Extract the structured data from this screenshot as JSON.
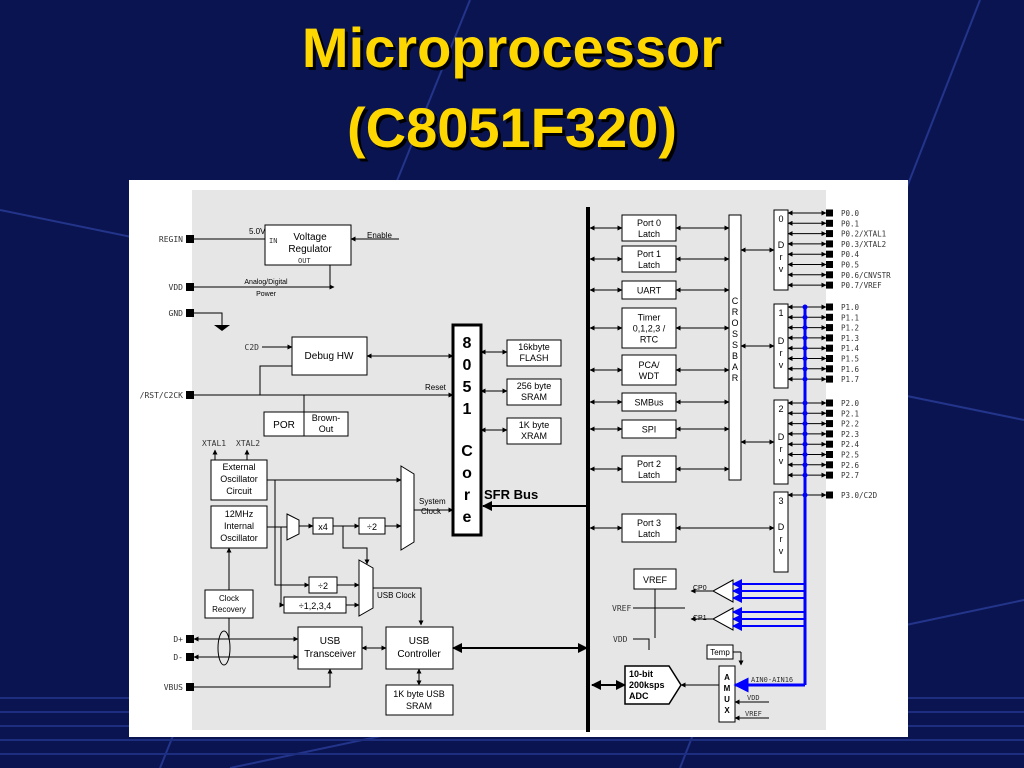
{
  "slide": {
    "title_line1": "Microprocessor",
    "title_line2": "(C8051F320)"
  },
  "colors": {
    "background": "#0a1450",
    "title": "#ffd700",
    "panel": "#e6e6e6",
    "bus": "#0000ff"
  },
  "diagram": {
    "core": {
      "chars": [
        "8",
        "0",
        "5",
        "1",
        "C",
        "o",
        "r",
        "e"
      ]
    },
    "power": {
      "voltage_regulator": [
        "Voltage",
        "Regulator"
      ],
      "in_label": "IN",
      "out_label": "OUT",
      "v5_label": "5.0V",
      "enable_label": "Enable",
      "analog_power": [
        "Analog/Digital",
        "Power"
      ]
    },
    "debug": {
      "debug_hw": "Debug HW",
      "reset_label": "Reset",
      "por": "POR",
      "brownout": [
        "Brown-",
        "Out"
      ]
    },
    "pins_left": {
      "regin": "REGIN",
      "vdd": "VDD",
      "gnd": "GND",
      "c2d": "C2D",
      "rst": "/RST/C2CK",
      "xtal1": "XTAL1",
      "xtal2": "XTAL2",
      "dplus": "D+",
      "dminus": "D-",
      "vbus": "VBUS"
    },
    "clock": {
      "ext_osc": [
        "External",
        "Oscillator",
        "Circuit"
      ],
      "int_osc": [
        "12MHz",
        "Internal",
        "Oscillator"
      ],
      "x4": "x4",
      "div2a": "÷2",
      "div2b": "÷2",
      "div1234": "÷1,2,3,4",
      "clock_recovery": [
        "Clock",
        "Recovery"
      ],
      "usb_clock": "USB Clock",
      "system_clock": [
        "System",
        "Clock"
      ]
    },
    "memory": {
      "flash": [
        "16kbyte",
        "FLASH"
      ],
      "sram": [
        "256 byte",
        "SRAM"
      ],
      "xram": [
        "1K byte",
        "XRAM"
      ]
    },
    "sfr_bus": "SFR Bus",
    "usb": {
      "transceiver": [
        "USB",
        "Transceiver"
      ],
      "controller": [
        "USB",
        "Controller"
      ],
      "usb_sram": [
        "1K byte USB",
        "SRAM"
      ]
    },
    "peripherals": [
      [
        "Port 0",
        "Latch"
      ],
      [
        "Port 1",
        "Latch"
      ],
      [
        "UART"
      ],
      [
        "Timer",
        "0,1,2,3 /",
        "RTC"
      ],
      [
        "PCA/",
        "WDT"
      ],
      [
        "SMBus"
      ],
      [
        "SPI"
      ],
      [
        "Port 2",
        "Latch"
      ],
      [
        "Port 3",
        "Latch"
      ]
    ],
    "crossbar": [
      "C",
      "R",
      "O",
      "S",
      "S",
      "B",
      "A",
      "R"
    ],
    "port_drivers": [
      {
        "num": "0",
        "label": [
          "D",
          "r",
          "v"
        ],
        "pins": [
          "P0.0",
          "P0.1",
          "P0.2/XTAL1",
          "P0.3/XTAL2",
          "P0.4",
          "P0.5",
          "P0.6/CNVSTR",
          "P0.7/VREF"
        ]
      },
      {
        "num": "1",
        "label": [
          "D",
          "r",
          "v"
        ],
        "pins": [
          "P1.0",
          "P1.1",
          "P1.2",
          "P1.3",
          "P1.4",
          "P1.5",
          "P1.6",
          "P1.7"
        ]
      },
      {
        "num": "2",
        "label": [
          "D",
          "r",
          "v"
        ],
        "pins": [
          "P2.0",
          "P2.1",
          "P2.2",
          "P2.3",
          "P2.4",
          "P2.5",
          "P2.6",
          "P2.7"
        ]
      },
      {
        "num": "3",
        "label": [
          "D",
          "r",
          "v"
        ],
        "pins": [
          "P3.0/C2D"
        ]
      }
    ],
    "analog": {
      "vref_box": "VREF",
      "vref_label": "VREF",
      "vdd_label": "VDD",
      "cp0": "CP0",
      "cp1": "CP1",
      "temp": "Temp",
      "adc": [
        "10-bit",
        "200ksps",
        "ADC"
      ],
      "amux": [
        "A",
        "M",
        "U",
        "X"
      ],
      "ain": "AIN0-AIN16",
      "vdd2": "VDD",
      "vref2": "VREF"
    }
  }
}
